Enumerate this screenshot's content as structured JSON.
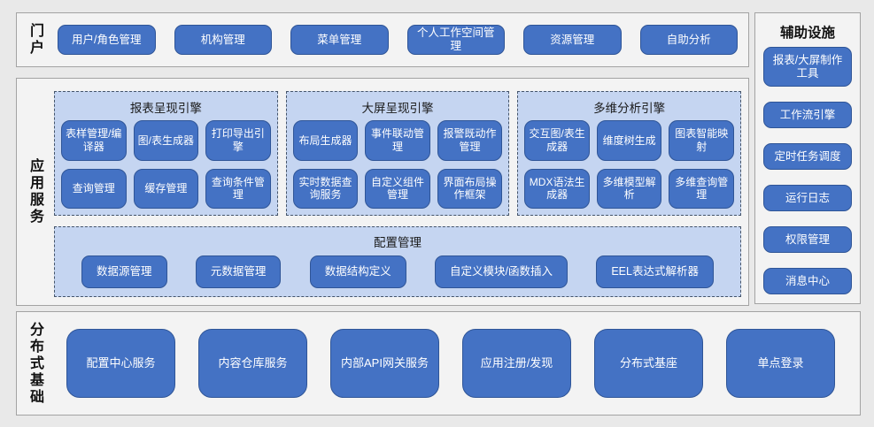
{
  "colors": {
    "button_fill": "#4472C4",
    "button_border": "#2F5597",
    "group_fill": "#C5D5F1",
    "group_dash_border": "#44546A",
    "section_bg": "#F3F3F3",
    "section_border": "#A3A3A3",
    "page_bg": "#E9E9E9",
    "button_text": "#FFFFFF"
  },
  "portal": {
    "label": "门户",
    "items": [
      "用户/角色管理",
      "机构管理",
      "菜单管理",
      "个人工作空间管理",
      "资源管理",
      "自助分析"
    ]
  },
  "app_services": {
    "label": "应用服务",
    "engines": [
      {
        "title": "报表呈现引擎",
        "items": [
          "表样管理/编译器",
          "图/表生成器",
          "打印导出引擎",
          "查询管理",
          "缓存管理",
          "查询条件管理"
        ]
      },
      {
        "title": "大屏呈现引擎",
        "items": [
          "布局生成器",
          "事件联动管理",
          "报警既动作管理",
          "实时数据查询服务",
          "自定义组件管理",
          "界面布局操作框架"
        ]
      },
      {
        "title": "多维分析引擎",
        "items": [
          "交互图/表生成器",
          "维度树生成",
          "图表智能映射",
          "MDX语法生成器",
          "多维模型解析",
          "多维查询管理"
        ]
      }
    ],
    "config": {
      "title": "配置管理",
      "items": [
        "数据源管理",
        "元数据管理",
        "数据结构定义",
        "自定义模块/函数插入",
        "EEL表达式解析器"
      ]
    }
  },
  "auxiliary": {
    "label": "辅助设施",
    "items": [
      "报表/大屏制作工具",
      "工作流引擎",
      "定时任务调度",
      "运行日志",
      "权限管理",
      "消息中心"
    ]
  },
  "distributed": {
    "label": "分布式基础",
    "items": [
      "配置中心服务",
      "内容仓库服务",
      "内部API网关服务",
      "应用注册/发现",
      "分布式基座",
      "单点登录"
    ]
  }
}
